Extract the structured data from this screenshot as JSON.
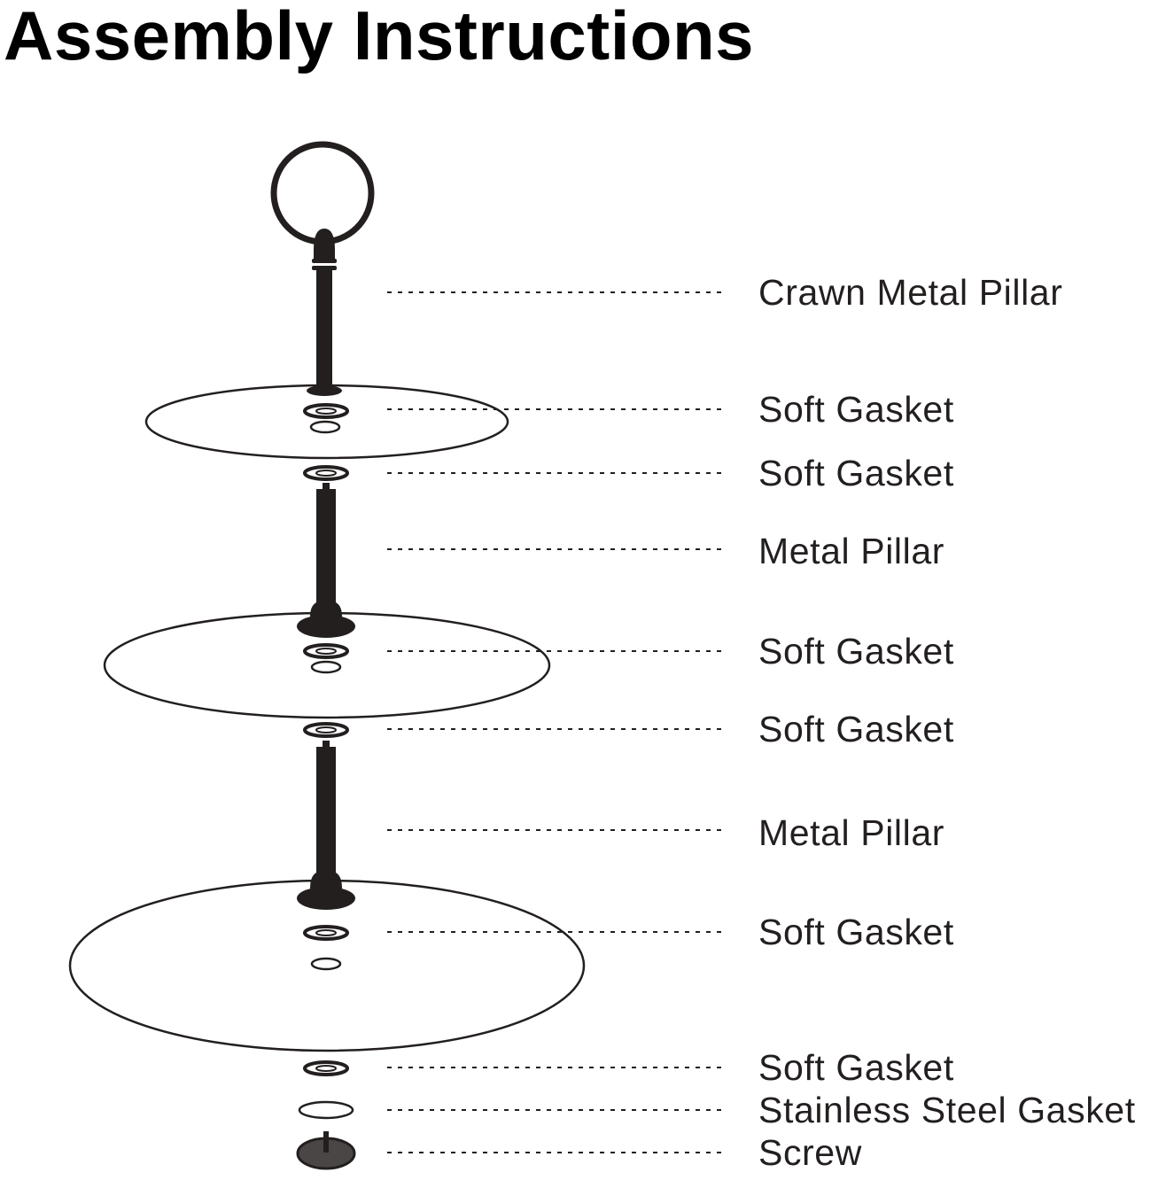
{
  "title": "Assembly Instructions",
  "colors": {
    "ink": "#231f1f",
    "screw_fill": "#4a4646",
    "background": "#ffffff"
  },
  "parts": [
    {
      "label": "Crawn Metal Pillar"
    },
    {
      "label": "Soft Gasket"
    },
    {
      "label": "Soft Gasket"
    },
    {
      "label": "Metal Pillar"
    },
    {
      "label": "Soft Gasket"
    },
    {
      "label": "Soft Gasket"
    },
    {
      "label": "Metal Pillar"
    },
    {
      "label": "Soft Gasket"
    },
    {
      "label": "Soft Gasket"
    },
    {
      "label": "Stainless Steel Gasket"
    },
    {
      "label": "Screw"
    }
  ]
}
